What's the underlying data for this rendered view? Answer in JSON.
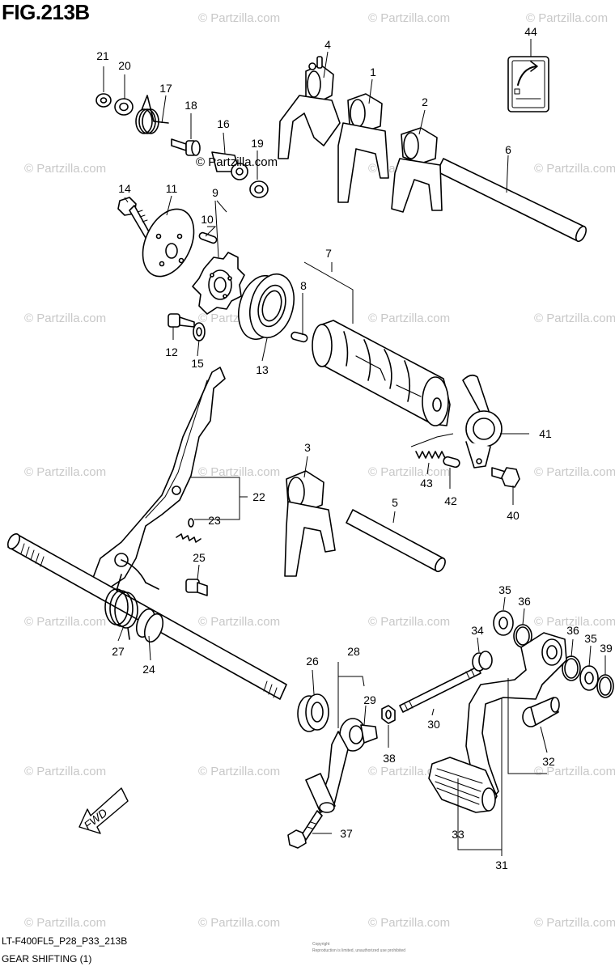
{
  "figure": {
    "title": "FIG.213B",
    "code": "LT-F400FL5_P28_P33_213B",
    "subtitle": "GEAR SHIFTING (1)",
    "watermark": "© Partzilla.com",
    "copyright_line1": "Copyright",
    "copyright_line2": "Reproduction is limited, unauthorized use prohibited"
  },
  "fwd_label": "FWD",
  "callouts": [
    {
      "id": "c1",
      "label": "1"
    },
    {
      "id": "c2",
      "label": "2"
    },
    {
      "id": "c3",
      "label": "3"
    },
    {
      "id": "c4",
      "label": "4"
    },
    {
      "id": "c5",
      "label": "5"
    },
    {
      "id": "c6",
      "label": "6"
    },
    {
      "id": "c7",
      "label": "7"
    },
    {
      "id": "c8",
      "label": "8"
    },
    {
      "id": "c9",
      "label": "9"
    },
    {
      "id": "c10",
      "label": "10"
    },
    {
      "id": "c11",
      "label": "11"
    },
    {
      "id": "c12",
      "label": "12"
    },
    {
      "id": "c13",
      "label": "13"
    },
    {
      "id": "c14",
      "label": "14"
    },
    {
      "id": "c15",
      "label": "15"
    },
    {
      "id": "c16",
      "label": "16"
    },
    {
      "id": "c17",
      "label": "17"
    },
    {
      "id": "c18",
      "label": "18"
    },
    {
      "id": "c19",
      "label": "19"
    },
    {
      "id": "c20",
      "label": "20"
    },
    {
      "id": "c21",
      "label": "21"
    },
    {
      "id": "c22",
      "label": "22"
    },
    {
      "id": "c23",
      "label": "23"
    },
    {
      "id": "c24",
      "label": "24"
    },
    {
      "id": "c25",
      "label": "25"
    },
    {
      "id": "c26",
      "label": "26"
    },
    {
      "id": "c27",
      "label": "27"
    },
    {
      "id": "c28",
      "label": "28"
    },
    {
      "id": "c29",
      "label": "29"
    },
    {
      "id": "c30",
      "label": "30"
    },
    {
      "id": "c31",
      "label": "31"
    },
    {
      "id": "c32",
      "label": "32"
    },
    {
      "id": "c33",
      "label": "33"
    },
    {
      "id": "c34",
      "label": "34"
    },
    {
      "id": "c35a",
      "label": "35"
    },
    {
      "id": "c35b",
      "label": "35"
    },
    {
      "id": "c36a",
      "label": "36"
    },
    {
      "id": "c36b",
      "label": "36"
    },
    {
      "id": "c37",
      "label": "37"
    },
    {
      "id": "c38",
      "label": "38"
    },
    {
      "id": "c39",
      "label": "39"
    },
    {
      "id": "c40",
      "label": "40"
    },
    {
      "id": "c41",
      "label": "41"
    },
    {
      "id": "c42",
      "label": "42"
    },
    {
      "id": "c43",
      "label": "43"
    },
    {
      "id": "c44",
      "label": "44"
    }
  ]
}
